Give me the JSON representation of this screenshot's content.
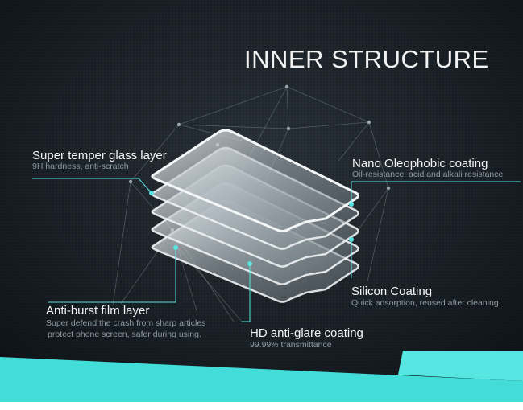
{
  "title": "INNER STRUCTURE",
  "layers": {
    "super_temper": {
      "name": "Super temper glass layer",
      "desc": "9H hardness, anti-scratch"
    },
    "nano": {
      "name": "Nano Oleophobic coating",
      "desc": "Oil-resistance, acid and alkali resistance"
    },
    "silicon": {
      "name": "Silicon Coating",
      "desc": "Quick adsorption, reused after cleaning."
    },
    "anti_burst": {
      "name": "Anti-burst film layer",
      "desc_line1": "Super defend the crash from sharp articles",
      "desc_line2": "protect phone screen, safer during using."
    },
    "hd": {
      "name": "HD anti-glare coating",
      "desc": "99.99% transmittance"
    }
  },
  "colors": {
    "background": "#151b20",
    "accent": "#3fd6d3",
    "callout": "#58e4e2"
  }
}
